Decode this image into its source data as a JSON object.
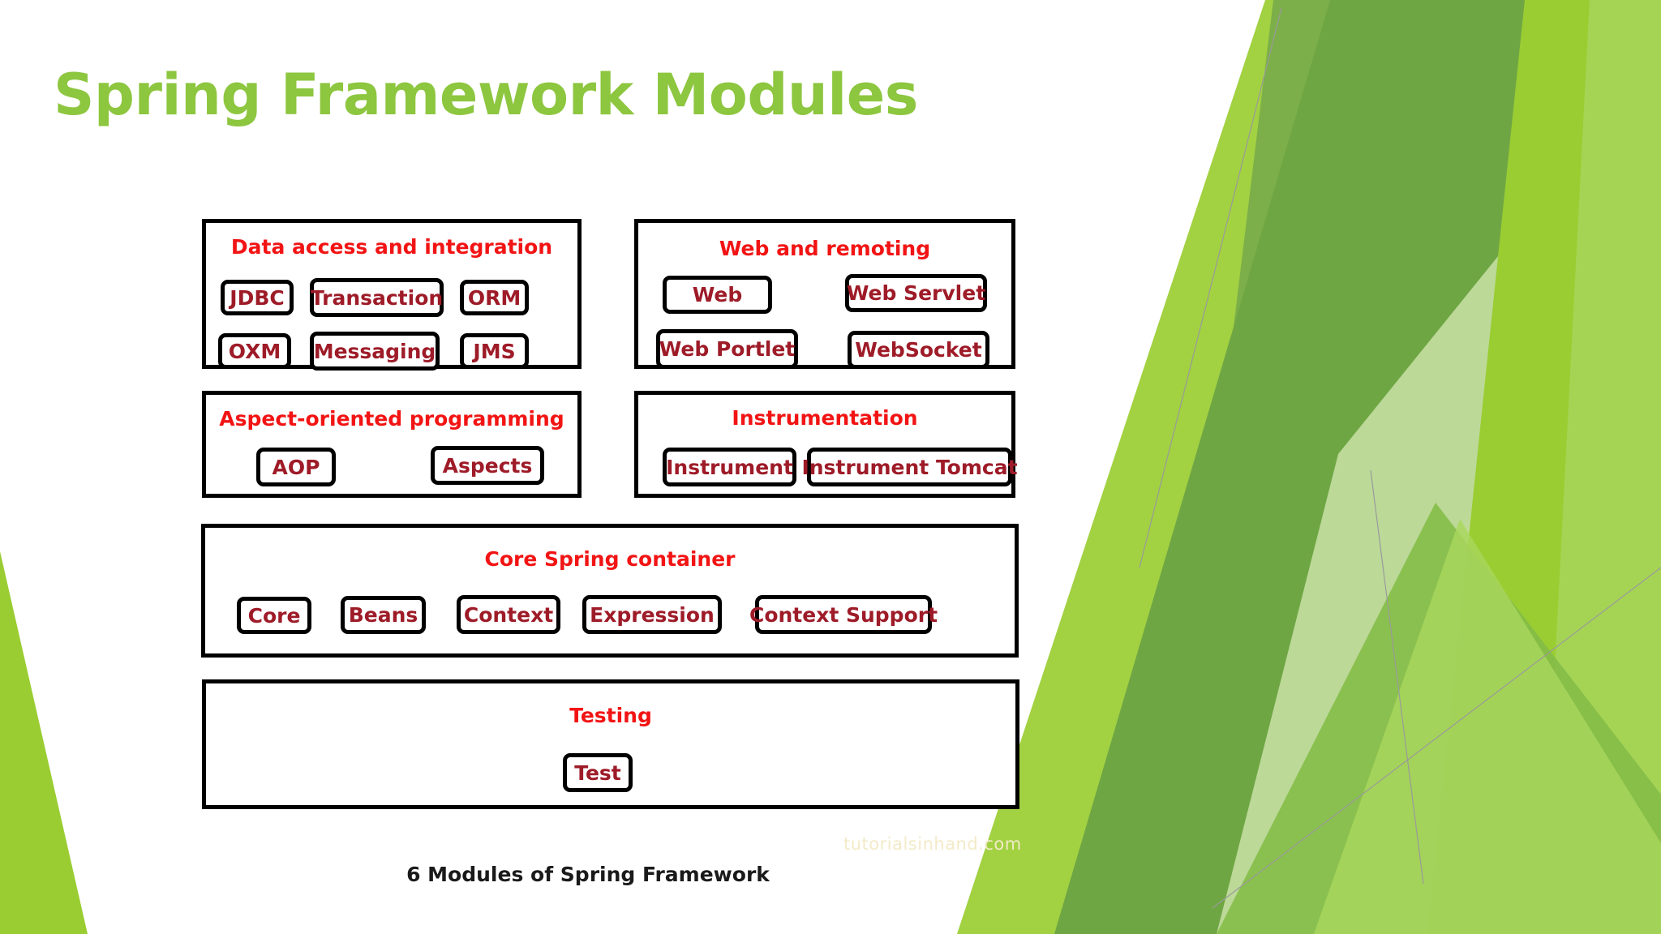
{
  "slide": {
    "title": "Spring Framework Modules",
    "title_color": "#8DC63F",
    "background_color": "#FFFFFF",
    "heading_color": "#F21414",
    "chip_text_color": "#9E1B28",
    "border_color": "#000000"
  },
  "figure": {
    "caption": "6 Modules of Spring Framework",
    "watermark": "tutorialsinhand.com",
    "modules": [
      {
        "id": "data-access-and-integration",
        "title": "Data access and integration",
        "chips": [
          "JDBC",
          "Transaction",
          "ORM",
          "OXM",
          "Messaging",
          "JMS"
        ]
      },
      {
        "id": "web-and-remoting",
        "title": "Web and remoting",
        "chips": [
          "Web",
          "Web Servlet",
          "Web Portlet",
          "WebSocket"
        ]
      },
      {
        "id": "aspect-oriented-programming",
        "title": "Aspect-oriented programming",
        "chips": [
          "AOP",
          "Aspects"
        ]
      },
      {
        "id": "instrumentation",
        "title": "Instrumentation",
        "chips": [
          "Instrument",
          "Instrument Tomcat"
        ]
      },
      {
        "id": "core-spring-container",
        "title": "Core Spring container",
        "chips": [
          "Core",
          "Beans",
          "Context",
          "Expression",
          "Context Support"
        ]
      },
      {
        "id": "testing",
        "title": "Testing",
        "chips": [
          "Test"
        ]
      }
    ]
  },
  "decoration": {
    "palette": {
      "green_light": "#B9D96B",
      "green_pale": "#E8F2CE",
      "green_mid": "#8CC63E",
      "green_bright": "#9ACD32",
      "green_dark": "#6FA644",
      "green_deep": "#5E9639",
      "line": "#9A9A9A"
    }
  }
}
